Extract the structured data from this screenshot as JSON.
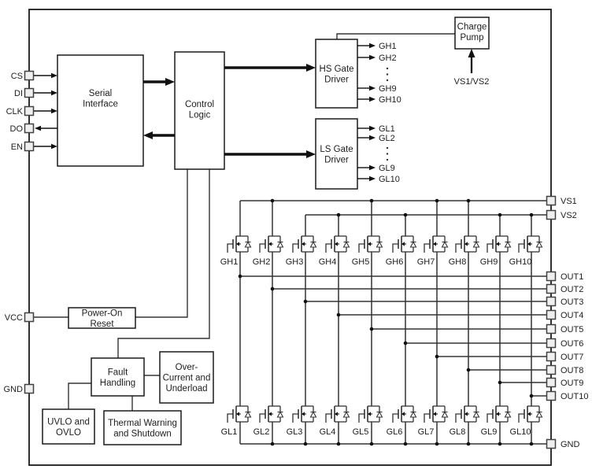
{
  "colors": {
    "line": "#333333",
    "block_border": "#1a1a1a",
    "arrow_fill": "#111111",
    "pin_fill": "#efefef",
    "pin_stroke": "#404040",
    "background": "#ffffff",
    "text": "#1d1d1d"
  },
  "ic": {
    "pins_left": [
      {
        "name": "CS",
        "direction": "in"
      },
      {
        "name": "DI",
        "direction": "in"
      },
      {
        "name": "CLK",
        "direction": "in"
      },
      {
        "name": "DO",
        "direction": "out"
      },
      {
        "name": "EN",
        "direction": "in"
      },
      {
        "name": "VCC",
        "direction": "none"
      },
      {
        "name": "GND",
        "direction": "none"
      }
    ],
    "pins_right": [
      "VS1",
      "VS2",
      "OUT1",
      "OUT2",
      "OUT3",
      "OUT4",
      "OUT5",
      "OUT6",
      "OUT7",
      "OUT8",
      "OUT9",
      "OUT10",
      "GND"
    ],
    "blocks": [
      {
        "id": "serial-interface",
        "lines": [
          "Serial",
          "Interface"
        ]
      },
      {
        "id": "control-logic",
        "lines": [
          "Control",
          "Logic"
        ]
      },
      {
        "id": "hs-gate-driver",
        "lines": [
          "HS Gate",
          "Driver"
        ]
      },
      {
        "id": "ls-gate-driver",
        "lines": [
          "LS Gate",
          "Driver"
        ]
      },
      {
        "id": "charge-pump",
        "lines": [
          "Charge",
          "Pump"
        ]
      },
      {
        "id": "power-on-reset",
        "lines": [
          "Power-On",
          "Reset"
        ]
      },
      {
        "id": "fault-handling",
        "lines": [
          "Fault",
          "Handling"
        ]
      },
      {
        "id": "over-current-underload",
        "lines": [
          "Over-",
          "Current and",
          "Underload"
        ]
      },
      {
        "id": "uvlo-ovlo",
        "lines": [
          "UVLO and",
          "OVLO"
        ]
      },
      {
        "id": "thermal-warning-shutdown",
        "lines": [
          "Thermal Warning",
          "and Shutdown"
        ]
      }
    ],
    "hs_driver_outputs": [
      "GH1",
      "GH2",
      "GH9",
      "GH10"
    ],
    "ls_driver_outputs": [
      "GL1",
      "GL2",
      "GL9",
      "GL10"
    ],
    "charge_pump_input": "VS1/VS2",
    "hs_fet_labels": [
      "GH1",
      "GH2",
      "GH3",
      "GH4",
      "GH5",
      "GH6",
      "GH7",
      "GH8",
      "GH9",
      "GH10"
    ],
    "ls_fet_labels": [
      "GL1",
      "GL2",
      "GL3",
      "GL4",
      "GL5",
      "GL6",
      "GL7",
      "GL8",
      "GL9",
      "GL10"
    ]
  }
}
